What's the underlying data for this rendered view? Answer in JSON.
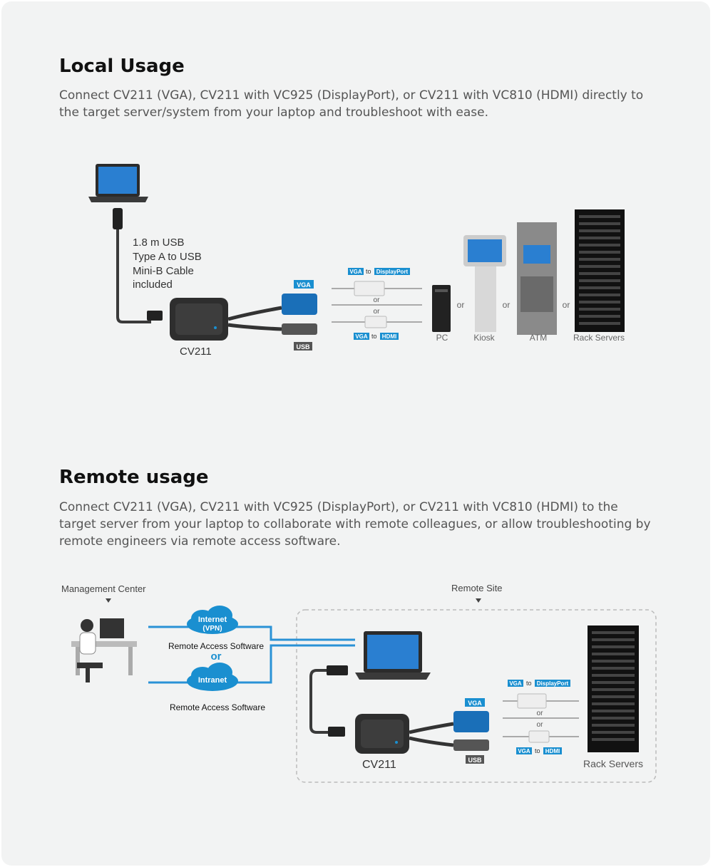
{
  "local": {
    "title": "Local Usage",
    "description": "Connect CV211 (VGA), CV211 with VC925 (DisplayPort), or CV211 with VC810 (HDMI) directly to the target server/system from your laptop and troubleshoot with ease.",
    "cable_lines": [
      "1.8 m USB",
      "Type A to USB",
      "Mini-B Cable",
      "included"
    ],
    "device_label": "CV211",
    "vga_tag": "VGA",
    "usb_tag": "USB",
    "adapter_top": {
      "from": "VGA",
      "to_word": "to",
      "to": "DisplayPort"
    },
    "adapter_bottom": {
      "from": "VGA",
      "to_word": "to",
      "to": "HDMI"
    },
    "or_word": "or",
    "targets": [
      "PC",
      "Kiosk",
      "ATM",
      "Rack Servers"
    ]
  },
  "remote": {
    "title": "Remote usage",
    "description": "Connect CV211 (VGA), CV211 with VC925 (DisplayPort), or CV211 with VC810 (HDMI) to the target server from your laptop to collaborate with remote colleagues, or allow troubleshooting by remote engineers via remote access software.",
    "management_center": "Management Center",
    "remote_site": "Remote Site",
    "cloud_internet_line1": "Internet",
    "cloud_internet_line2": "(VPN)",
    "cloud_intranet": "Intranet",
    "software_label": "Remote Access Software",
    "or_big": "or",
    "device_label": "CV211",
    "vga_tag": "VGA",
    "usb_tag": "USB",
    "adapter_top": {
      "from": "VGA",
      "to_word": "to",
      "to": "DisplayPort"
    },
    "adapter_bottom": {
      "from": "VGA",
      "to_word": "to",
      "to": "HDMI"
    },
    "or_word": "or",
    "target": "Rack Servers"
  },
  "colors": {
    "accent_blue": "#1a8fd0",
    "line_blue": "#2a92d6",
    "tag_gray": "#555555"
  }
}
